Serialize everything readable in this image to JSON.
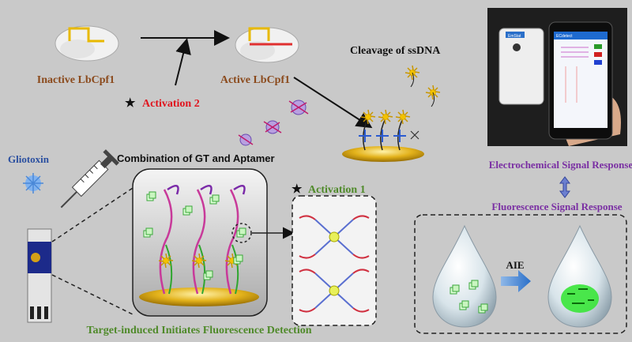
{
  "labels": {
    "inactive": "Inactive LbCpf1",
    "active": "Active LbCpf1",
    "activation2": "Activation 2",
    "cleavage": "Cleavage of ssDNA",
    "gliotoxin": "Gliotoxin",
    "combination": "Combination of GT and Aptamer",
    "activation1": "Activation 1",
    "electro": "Electrochemical Signal Response",
    "fluor": "Fluorescence Signal Response",
    "aie": "AIE",
    "target": "Target-induced Initiates Fluorescence Detection",
    "star": "★"
  },
  "colors": {
    "background": "#c9c9c9",
    "inactive_text": "#8b4a1c",
    "active_text": "#8b4a1c",
    "activation2_text": "#e0141e",
    "activation1_text": "#4f8a2a",
    "gliotoxin_text": "#2a4fa0",
    "electro_text": "#7a2fa3",
    "fluor_text": "#7a2fa3",
    "target_text": "#4f8a2a",
    "gold": "#d4a017",
    "green_glow": "#39e639"
  },
  "device": {
    "phone_screen_title": "ECdetect",
    "reader_label": "EmStat"
  },
  "icons": [
    "protein-blob-icon",
    "syringe-icon",
    "virus-icon",
    "electrode-strip-icon",
    "phone-icon",
    "droplet-icon",
    "double-arrow-icon",
    "fluorophore-cube-icon"
  ]
}
